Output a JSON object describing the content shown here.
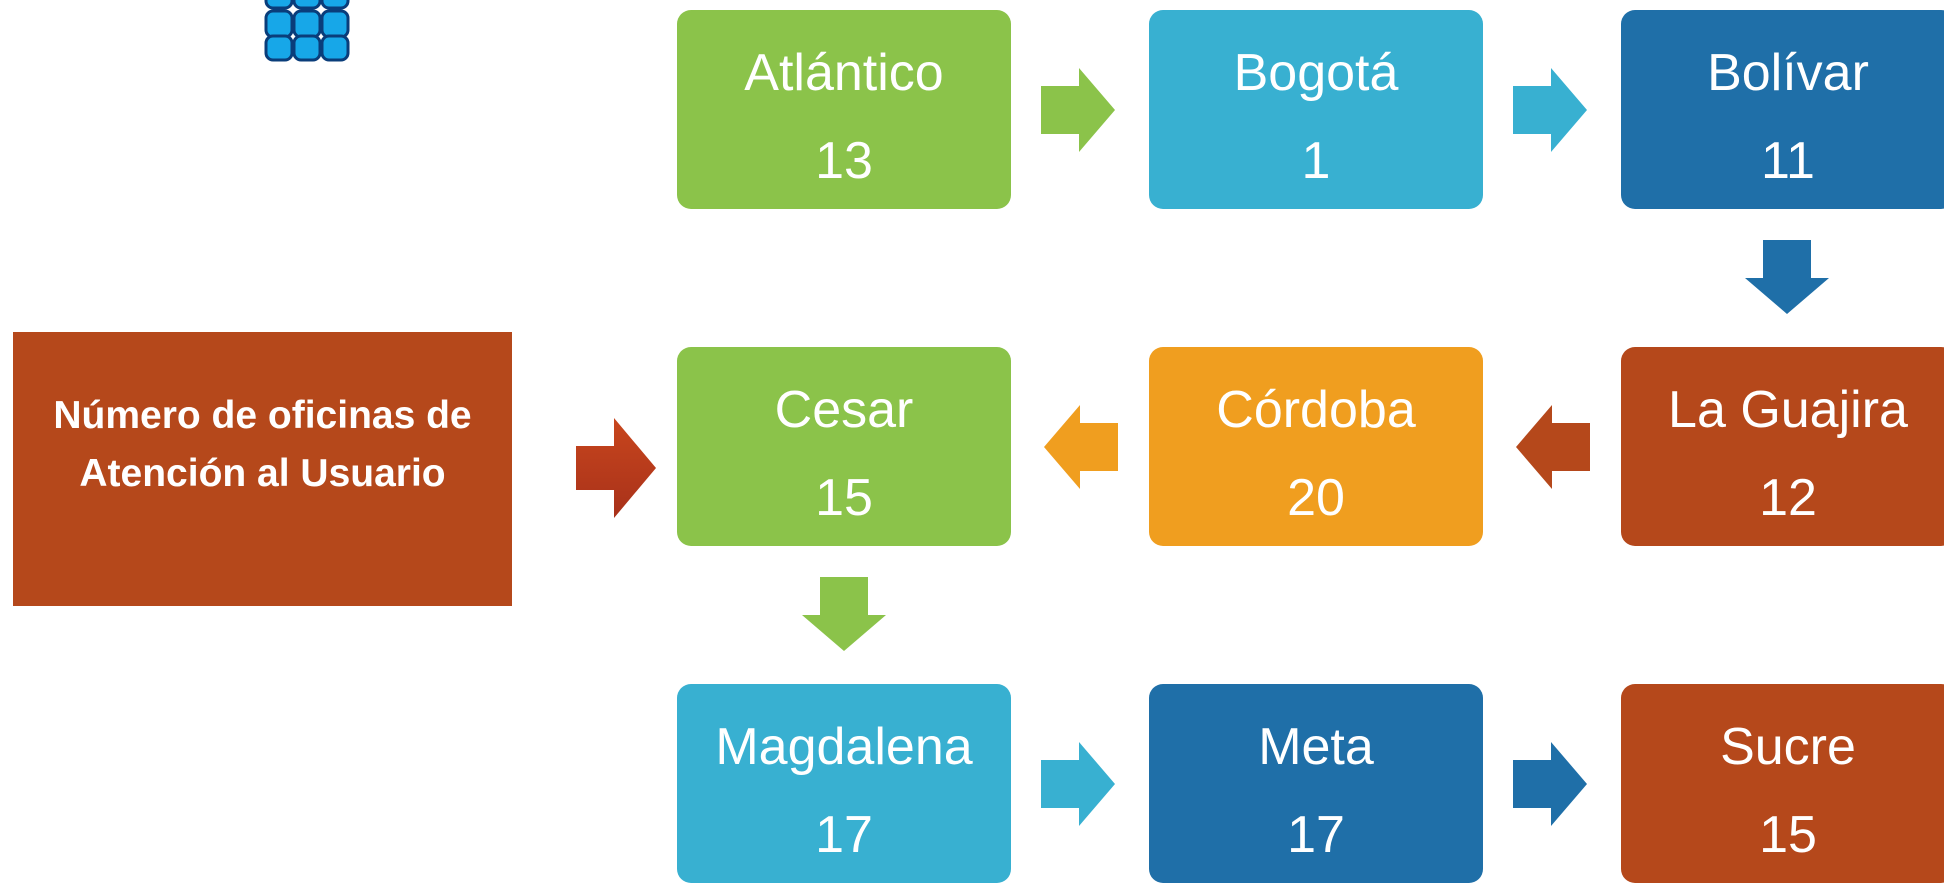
{
  "title": "Número de oficinas de Atención al Usuario",
  "colors": {
    "green": "#8bc34a",
    "light_blue": "#38b0d1",
    "dark_blue": "#1f6fa8",
    "rust": "#b5481b",
    "orange": "#f09e1f"
  },
  "offices": [
    {
      "name": "Atlántico",
      "count": "13",
      "color": "#8bc34a"
    },
    {
      "name": "Bogotá",
      "count": "1",
      "color": "#38b0d1"
    },
    {
      "name": "Bolívar",
      "count": "11",
      "color": "#1f6fa8"
    },
    {
      "name": "La Guajira",
      "count": "12",
      "color": "#b5481b"
    },
    {
      "name": "Córdoba",
      "count": "20",
      "color": "#f09e1f"
    },
    {
      "name": "Cesar",
      "count": "15",
      "color": "#8bc34a"
    },
    {
      "name": "Magdalena",
      "count": "17",
      "color": "#38b0d1"
    },
    {
      "name": "Meta",
      "count": "17",
      "color": "#1f6fa8"
    },
    {
      "name": "Sucre",
      "count": "15",
      "color": "#b5481b"
    }
  ],
  "icons": {
    "logo": "grid-logo-icon",
    "arrow": "flow-arrow-icon"
  }
}
